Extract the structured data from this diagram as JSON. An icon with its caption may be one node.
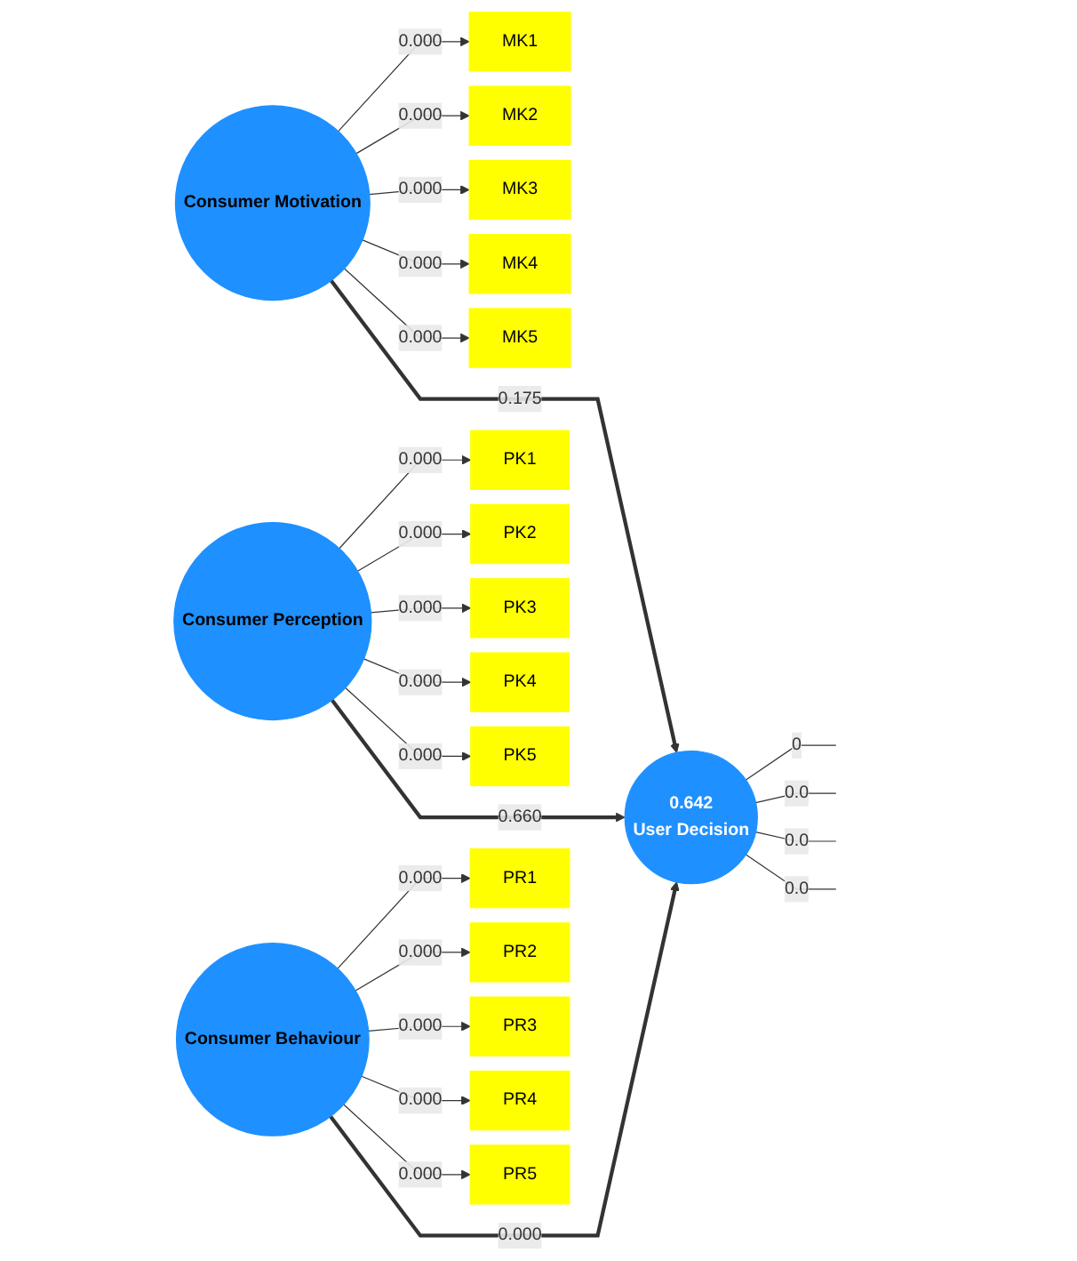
{
  "diagram": {
    "nodes": [
      {
        "text": [
          "Consumer Motivation"
        ]
      },
      {
        "text": [
          "MK1"
        ]
      },
      {
        "text": [
          "MK2"
        ]
      },
      {
        "text": [
          "MK3"
        ]
      },
      {
        "text": [
          "MK4"
        ]
      },
      {
        "text": [
          "MK5"
        ]
      },
      {
        "text": [
          "Consumer Perception"
        ]
      },
      {
        "text": [
          "PK1"
        ]
      },
      {
        "text": [
          "PK2"
        ]
      },
      {
        "text": [
          "PK3"
        ]
      },
      {
        "text": [
          "PK4"
        ]
      },
      {
        "text": [
          "PK5"
        ]
      },
      {
        "text": [
          "Consumer Behaviour"
        ]
      },
      {
        "text": [
          "PR1"
        ]
      },
      {
        "text": [
          "PR2"
        ]
      },
      {
        "text": [
          "PR3"
        ]
      },
      {
        "text": [
          "PR4"
        ]
      },
      {
        "text": [
          "PR5"
        ]
      },
      {
        "text": [
          "0.642",
          "User Decision"
        ]
      }
    ],
    "edges": [
      {
        "from": 0,
        "to": 1,
        "arrow": "to",
        "label": "0.000"
      },
      {
        "from": 0,
        "to": 2,
        "arrow": "to",
        "label": "0.000"
      },
      {
        "from": 0,
        "to": 3,
        "arrow": "to",
        "label": "0.000"
      },
      {
        "from": 0,
        "to": 4,
        "arrow": "to",
        "label": "0.000"
      },
      {
        "from": 0,
        "to": 5,
        "arrow": "to",
        "label": "0.000"
      },
      {
        "from": 6,
        "to": 7,
        "arrow": "to",
        "label": "0.000"
      },
      {
        "from": 6,
        "to": 8,
        "arrow": "to",
        "label": "0.000"
      },
      {
        "from": 6,
        "to": 9,
        "arrow": "to",
        "label": "0.000"
      },
      {
        "from": 6,
        "to": 10,
        "arrow": "to",
        "label": "0.000"
      },
      {
        "from": 6,
        "to": 11,
        "arrow": "to",
        "label": "0.000"
      },
      {
        "from": 12,
        "to": 13,
        "arrow": "to",
        "label": "0.000"
      },
      {
        "from": 12,
        "to": 14,
        "arrow": "to",
        "label": "0.000"
      },
      {
        "from": 12,
        "to": 15,
        "arrow": "to",
        "label": "0.000"
      },
      {
        "from": 12,
        "to": 16,
        "arrow": "to",
        "label": "0.000"
      },
      {
        "from": 12,
        "to": 17,
        "arrow": "to",
        "label": "0.000"
      },
      {
        "from": 0,
        "to": 18,
        "arrow": "to",
        "label": "0.175",
        "style": "thick"
      },
      {
        "from": 6,
        "to": 18,
        "arrow": "to",
        "label": "0.660",
        "style": "thick"
      },
      {
        "from": 12,
        "to": 18,
        "arrow": "to",
        "label": "0.000",
        "style": "thick"
      },
      {
        "from": 18,
        "to": null,
        "arrow": "none",
        "label": "0"
      },
      {
        "from": 18,
        "to": null,
        "arrow": "none",
        "label": "0.0"
      },
      {
        "from": 18,
        "to": null,
        "arrow": "none",
        "label": "0.0"
      },
      {
        "from": 18,
        "to": null,
        "arrow": "none",
        "label": "0.0"
      }
    ]
  }
}
